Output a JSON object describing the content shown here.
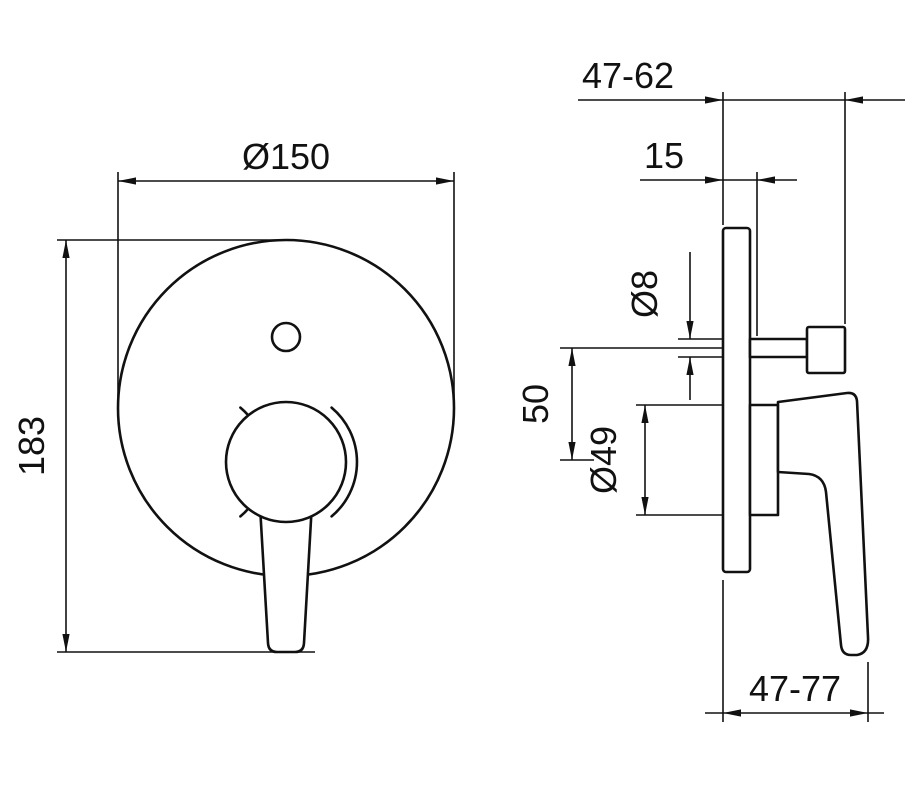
{
  "drawing_type": "technical-dimension-drawing",
  "views": {
    "front": {
      "dimensions": {
        "plate_diameter": "Ø150",
        "overall_height": "183"
      }
    },
    "side": {
      "dimensions": {
        "installation_depth_upper": "47-62",
        "plate_offset": "15",
        "stem_diameter": "Ø8",
        "stem_to_handle_axis": "50",
        "handle_sleeve_diameter": "Ø49",
        "installation_depth_lower": "47-77"
      }
    }
  },
  "colors": {
    "line": "#111111",
    "background": "#ffffff"
  }
}
